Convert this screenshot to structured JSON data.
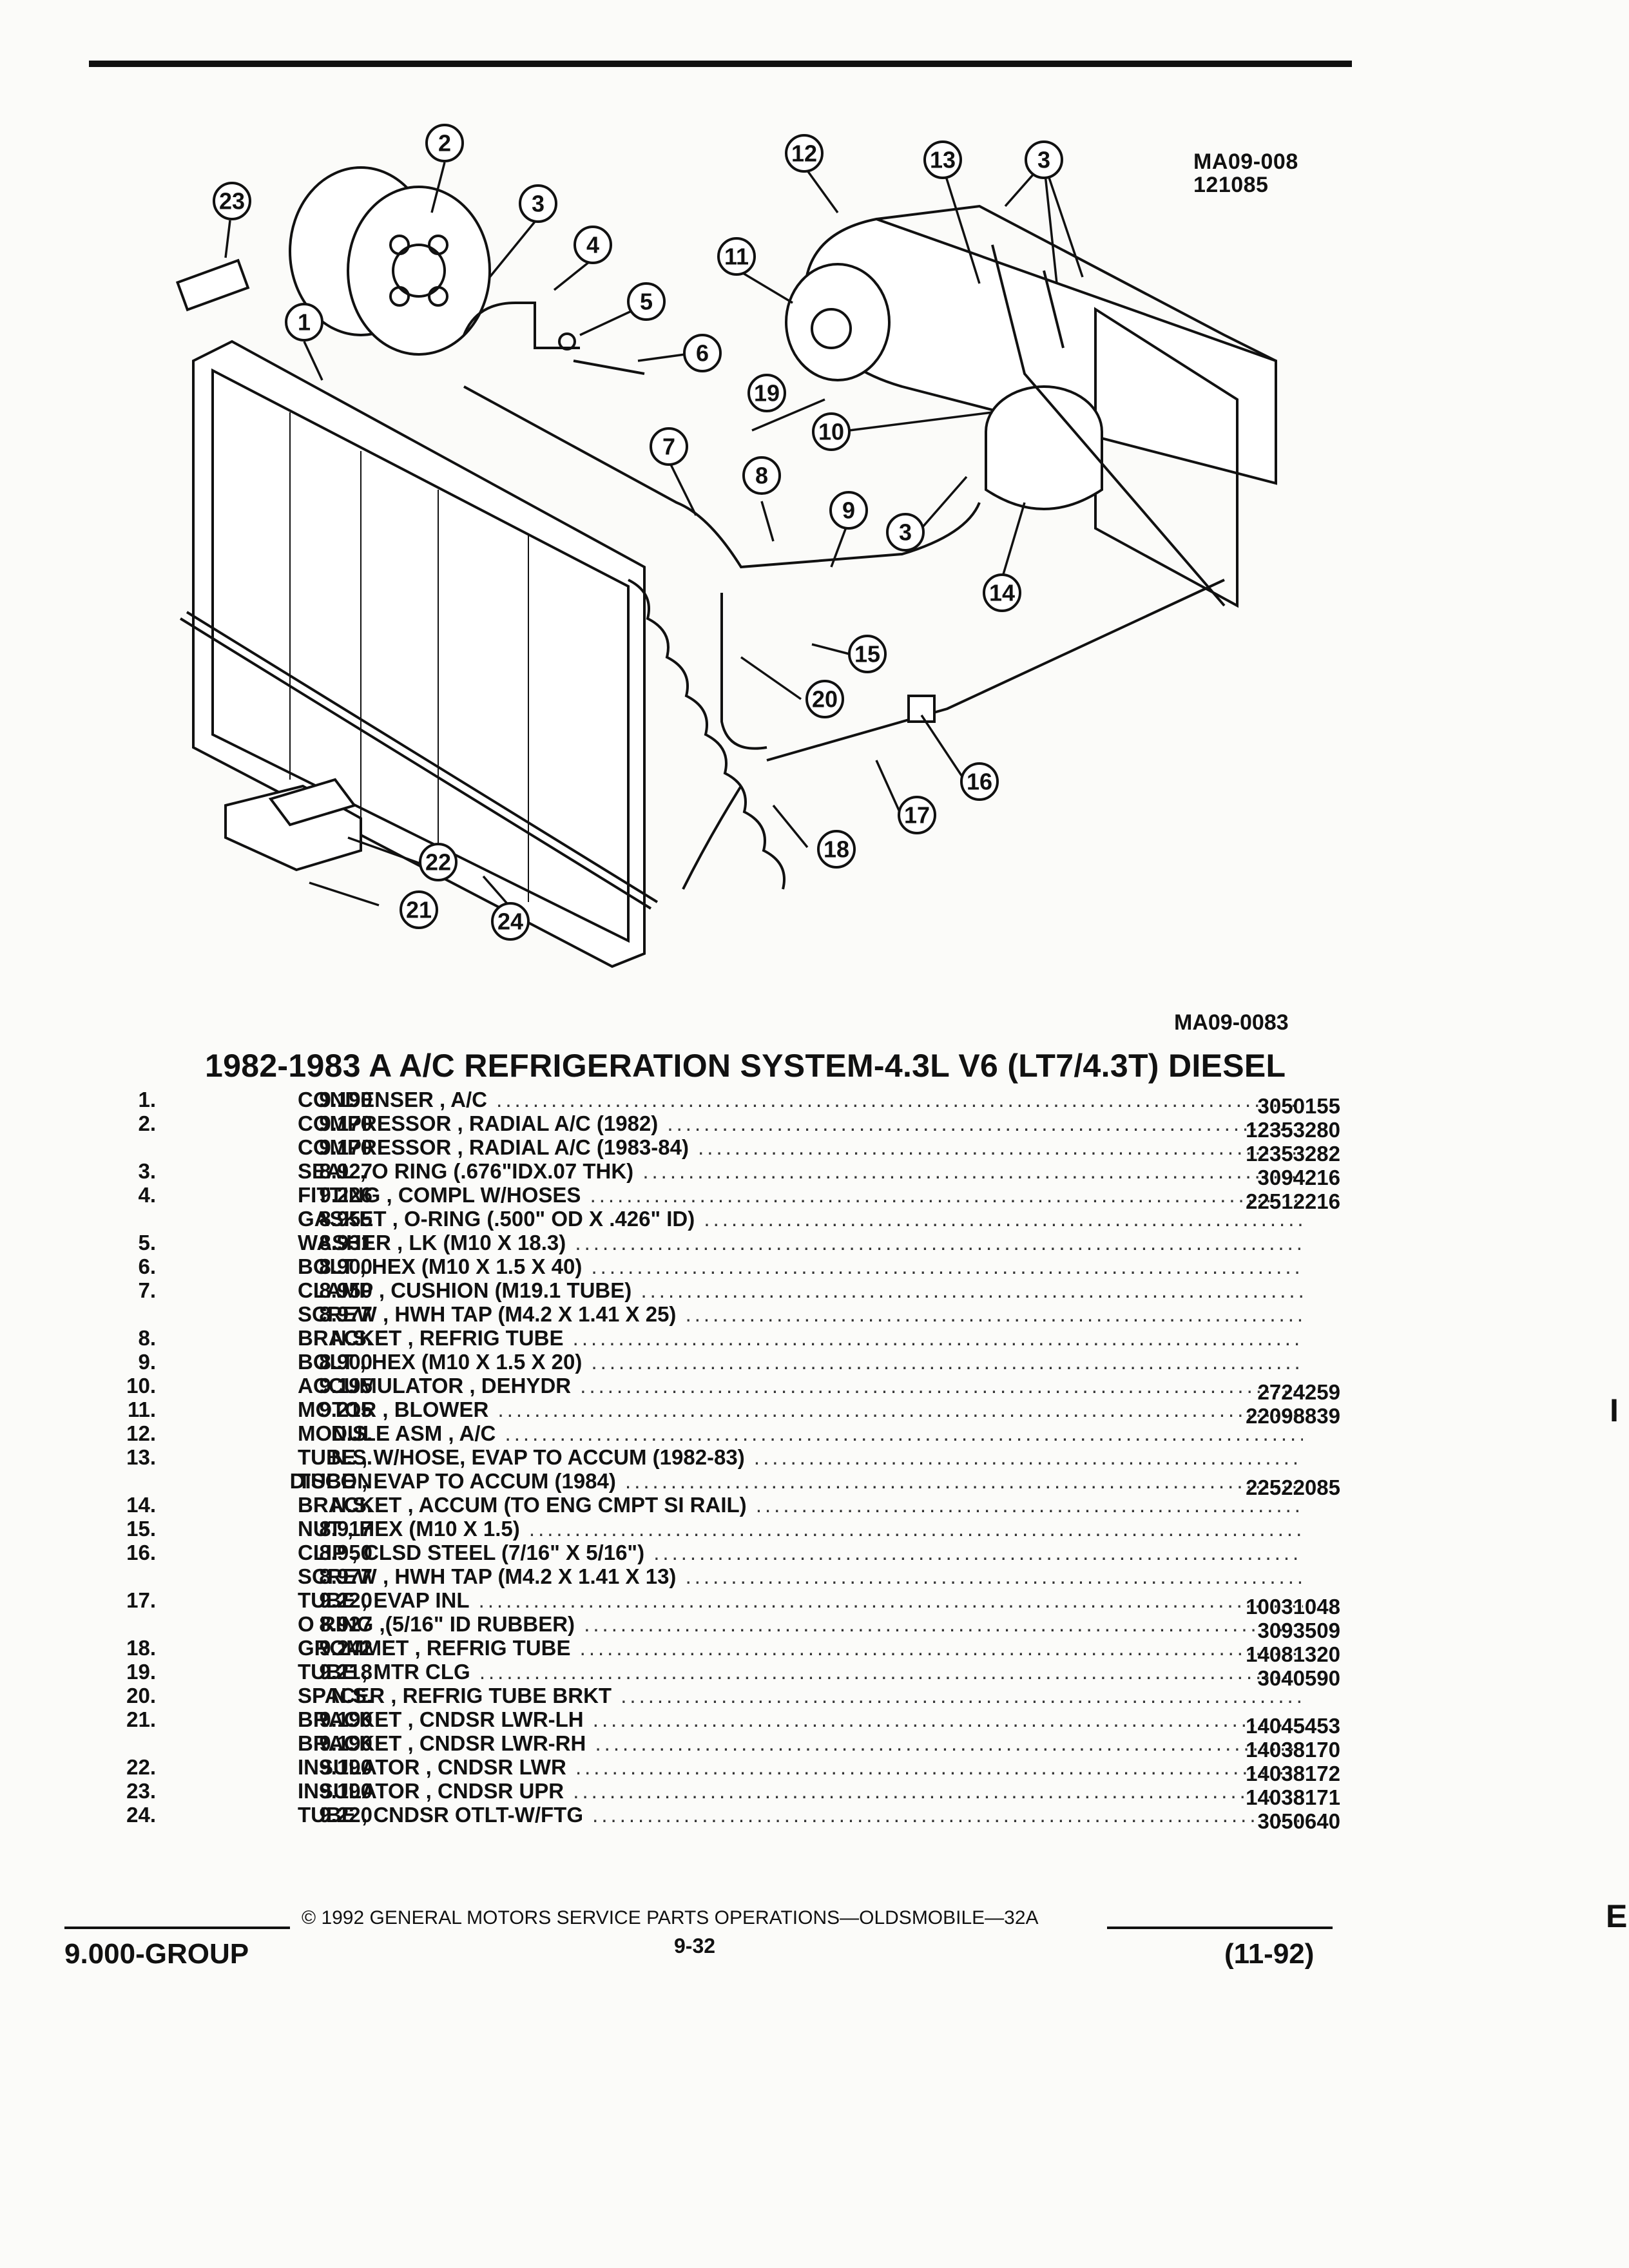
{
  "figure": {
    "id_top": "MA09-008",
    "date_code": "121085",
    "caption": "MA09-0083",
    "callouts": [
      "1",
      "2",
      "3",
      "3",
      "3",
      "3",
      "4",
      "5",
      "6",
      "7",
      "8",
      "9",
      "10",
      "11",
      "12",
      "13",
      "14",
      "15",
      "16",
      "17",
      "18",
      "19",
      "20",
      "21",
      "22",
      "23",
      "24"
    ]
  },
  "title": "1982-1983 A A/C REFRIGERATION SYSTEM-4.3L V6 (LT7/4.3T) DIESEL",
  "parts": [
    {
      "num": "1.",
      "group": "9.190",
      "desc": "CONDENSER , A/C",
      "pn": "3050155"
    },
    {
      "num": "2.",
      "group": "9.170",
      "desc": "COMPRESSOR , RADIAL A/C (1982)",
      "pn": "12353280"
    },
    {
      "num": "",
      "group": "9.170",
      "desc": "COMPRESSOR , RADIAL A/C (1983-84)",
      "pn": "12353282"
    },
    {
      "num": "3.",
      "group": "8.927",
      "desc": "SEAL , O RING (.676\"IDX.07 THK)",
      "pn": "3094216"
    },
    {
      "num": "4.",
      "group": "9.226",
      "desc": "FITTING , COMPL W/HOSES",
      "pn": "22512216"
    },
    {
      "num": "",
      "group": "8.955",
      "desc": "GASKET , O-RING (.500\" OD X .426\" ID)",
      "pn": ""
    },
    {
      "num": "5.",
      "group": "8.931",
      "desc": "WASHER , LK (M10 X 18.3)",
      "pn": ""
    },
    {
      "num": "6.",
      "group": "8.900",
      "desc": "BOLT , HEX (M10 X 1.5 X 40)",
      "pn": ""
    },
    {
      "num": "7.",
      "group": "8.950",
      "desc": "CLAMP , CUSHION (M19.1 TUBE)",
      "pn": ""
    },
    {
      "num": "",
      "group": "8.977",
      "desc": "SCREW , HWH TAP (M4.2 X 1.41 X 25)",
      "pn": ""
    },
    {
      "num": "8.",
      "group": "N.S.",
      "desc": "BRACKET , REFRIG TUBE",
      "pn": ""
    },
    {
      "num": "9.",
      "group": "8.900",
      "desc": "BOLT , HEX (M10 X 1.5 X 20)",
      "pn": ""
    },
    {
      "num": "10.",
      "group": "9.195",
      "desc": "ACCUMULATOR , DEHYDR",
      "pn": "2724259"
    },
    {
      "num": "11.",
      "group": "9.215",
      "desc": "MOTOR , BLOWER",
      "pn": "22098839"
    },
    {
      "num": "12.",
      "group": "N.S.",
      "desc": "MODULE ASM , A/C",
      "pn": ""
    },
    {
      "num": "13.",
      "group": "N.S.",
      "desc": "TUBE , W/HOSE, EVAP TO ACCUM (1982-83)",
      "pn": ""
    },
    {
      "num": "",
      "group": "DISCON",
      "desc": "TUBE , EVAP TO ACCUM (1984)",
      "pn": "22522085"
    },
    {
      "num": "14.",
      "group": "N.S.",
      "desc": "BRACKET , ACCUM (TO ENG CMPT SI RAIL)",
      "pn": ""
    },
    {
      "num": "15.",
      "group": "8.917",
      "desc": "NUT , HEX (M10 X 1.5)",
      "pn": ""
    },
    {
      "num": "16.",
      "group": "8.950",
      "desc": "CLIP , CLSD STEEL (7/16\" X 5/16\")",
      "pn": ""
    },
    {
      "num": "",
      "group": "8.977",
      "desc": "SCREW , HWH TAP (M4.2 X 1.41 X 13)",
      "pn": ""
    },
    {
      "num": "17.",
      "group": "9.220",
      "desc": "TUBE , EVAP INL",
      "pn": "10031048"
    },
    {
      "num": "",
      "group": "8.927",
      "desc": "O RING ,(5/16\" ID RUBBER)",
      "pn": "3093509"
    },
    {
      "num": "18.",
      "group": "9.242",
      "desc": "GROMMET , REFRIG TUBE",
      "pn": "14081320"
    },
    {
      "num": "19.",
      "group": "9.218",
      "desc": "TUBE , MTR CLG",
      "pn": "3040590"
    },
    {
      "num": "20.",
      "group": "N.S.",
      "desc": "SPACER , REFRIG TUBE BRKT",
      "pn": ""
    },
    {
      "num": "21.",
      "group": "9.190",
      "desc": "BRACKET , CNDSR LWR-LH",
      "pn": "14045453"
    },
    {
      "num": "",
      "group": "9.190",
      "desc": "BRACKET , CNDSR LWR-RH",
      "pn": "14038170"
    },
    {
      "num": "22.",
      "group": "9.190",
      "desc": "INSULATOR , CNDSR LWR",
      "pn": "14038172"
    },
    {
      "num": "23.",
      "group": "9.190",
      "desc": "INSULATOR , CNDSR UPR",
      "pn": "14038171"
    },
    {
      "num": "24.",
      "group": "9.220",
      "desc": "TUBE , CNDSR OTLT-W/FTG",
      "pn": "3050640"
    }
  ],
  "footer": {
    "group": "9.000-GROUP",
    "copyright": "© 1992 GENERAL MOTORS SERVICE PARTS OPERATIONS—OLDSMOBILE—32A",
    "page": "9-32",
    "date": "(11-92)"
  },
  "edge_marks": [
    "I",
    "E"
  ]
}
